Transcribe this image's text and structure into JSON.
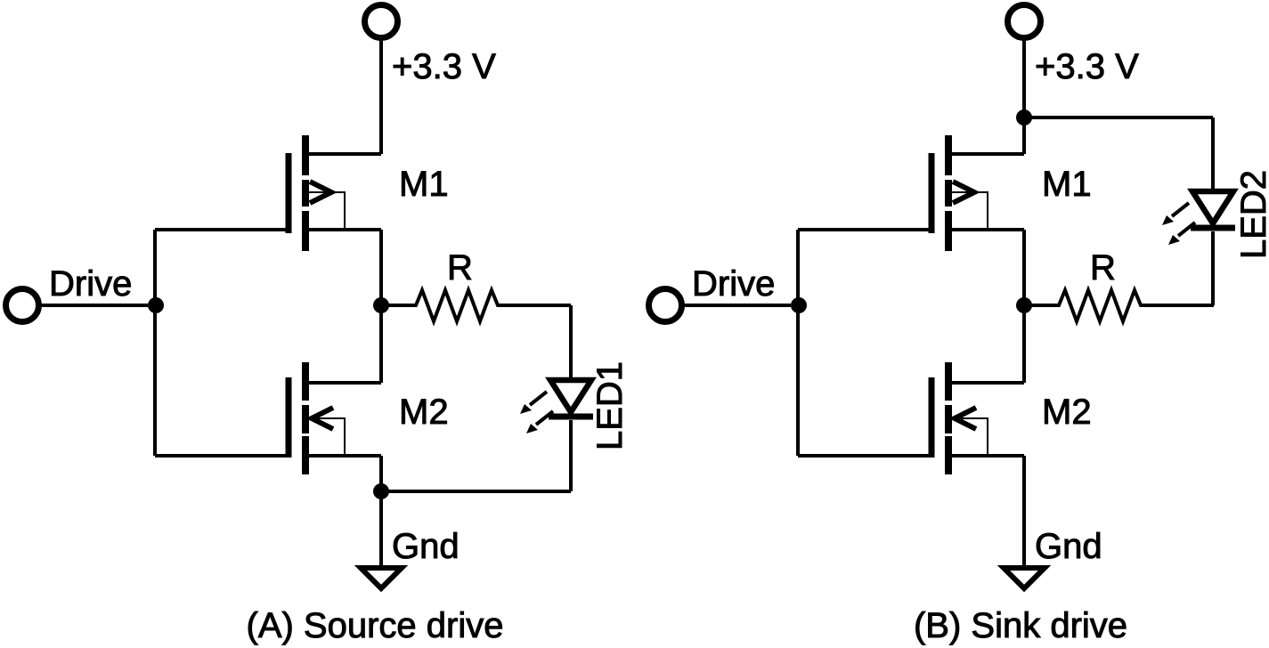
{
  "figure": {
    "background_color": "#ffffff",
    "ink_color": "#000000",
    "panels": [
      {
        "id": "A",
        "caption": "(A) Source drive",
        "supply_label": "+3.3 V",
        "input_label": "Drive",
        "mosfet_top_label": "M1",
        "mosfet_bottom_label": "M2",
        "resistor_label": "R",
        "led_label": "LED1",
        "ground_label": "Gnd"
      },
      {
        "id": "B",
        "caption": "(B) Sink drive",
        "supply_label": "+3.3 V",
        "input_label": "Drive",
        "mosfet_top_label": "M1",
        "mosfet_bottom_label": "M2",
        "resistor_label": "R",
        "led_label": "LED2",
        "ground_label": "Gnd"
      }
    ]
  }
}
